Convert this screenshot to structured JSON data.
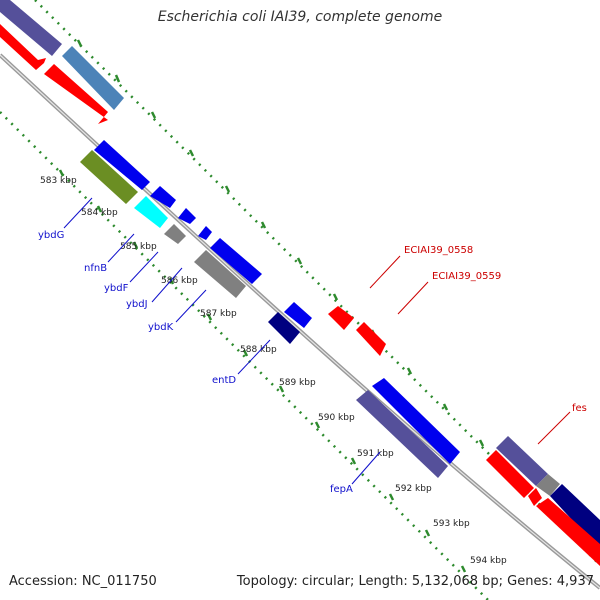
{
  "title": "Escherichia coli IAI39, complete genome",
  "footer": {
    "accession": "Accession: NC_011750",
    "summary": "Topology: circular; Length: 5,132,068 bp; Genes: 4,937"
  },
  "colors": {
    "backbone": "#9a9a9a",
    "tick_line": "#2e8b2e",
    "gene_label": "#1010cc",
    "highlight_label": "#cc0000",
    "purple": "#55509a",
    "steelblue": "#4c83b8",
    "red": "#ff0000",
    "olive": "#6b8e23",
    "blue": "#0000ee",
    "cyan": "#00ffff",
    "grey": "#808080",
    "navy": "#000080"
  },
  "kbp_labels": [
    "583 kbp",
    "584 kbp",
    "585 kbp",
    "586 kbp",
    "587 kbp",
    "588 kbp",
    "589 kbp",
    "590 kbp",
    "591 kbp",
    "592 kbp",
    "593 kbp",
    "594 kbp"
  ],
  "gene_labels": [
    {
      "text": "ybdG",
      "type": "gene"
    },
    {
      "text": "nfnB",
      "type": "gene"
    },
    {
      "text": "ybdF",
      "type": "gene"
    },
    {
      "text": "ybdJ",
      "type": "gene"
    },
    {
      "text": "ybdK",
      "type": "gene"
    },
    {
      "text": "entD",
      "type": "gene"
    },
    {
      "text": "fepA",
      "type": "gene"
    },
    {
      "text": "ECIAI39_0558",
      "type": "highlight"
    },
    {
      "text": "ECIAI39_0559",
      "type": "highlight"
    },
    {
      "text": "fes",
      "type": "highlight"
    }
  ]
}
